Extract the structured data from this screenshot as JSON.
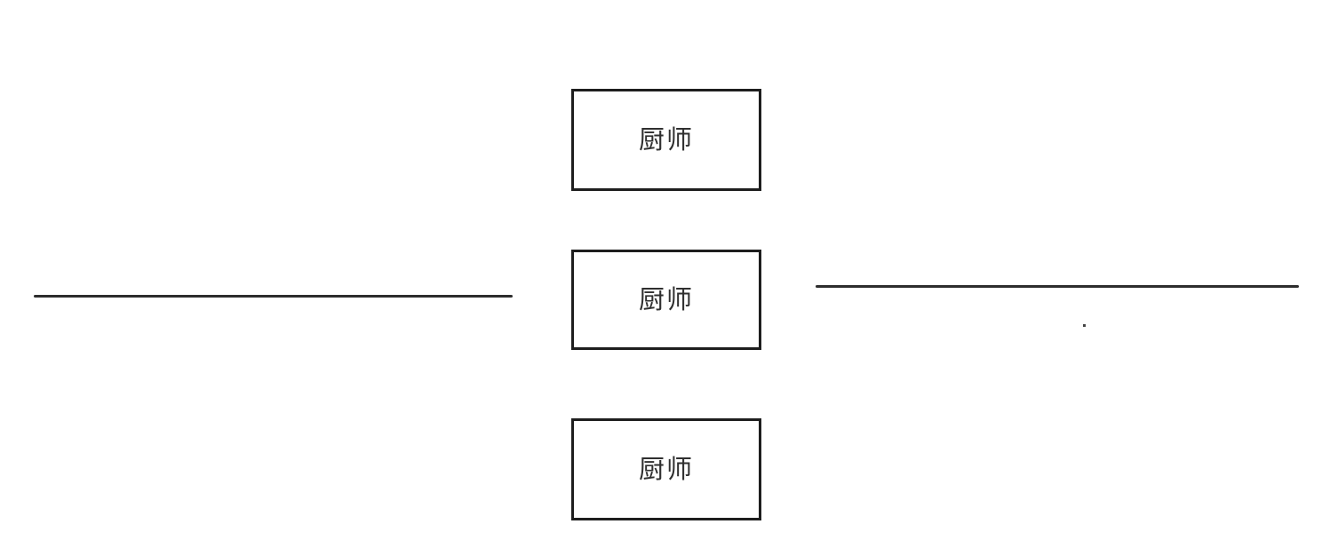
{
  "diagram": {
    "background": "#ffffff",
    "nodes": [
      {
        "id": "chef-top",
        "label": "厨师"
      },
      {
        "id": "chef-middle",
        "label": "厨师"
      },
      {
        "id": "chef-bottom",
        "label": "厨师"
      }
    ],
    "connectors": [
      {
        "id": "left-line",
        "orientation": "horizontal"
      },
      {
        "id": "right-line",
        "orientation": "horizontal"
      }
    ],
    "colors": {
      "node_border": "#1e1e1e",
      "node_fill": "#ffffff",
      "label_text": "#2f2f2f",
      "line": "#2d2d2d"
    }
  }
}
